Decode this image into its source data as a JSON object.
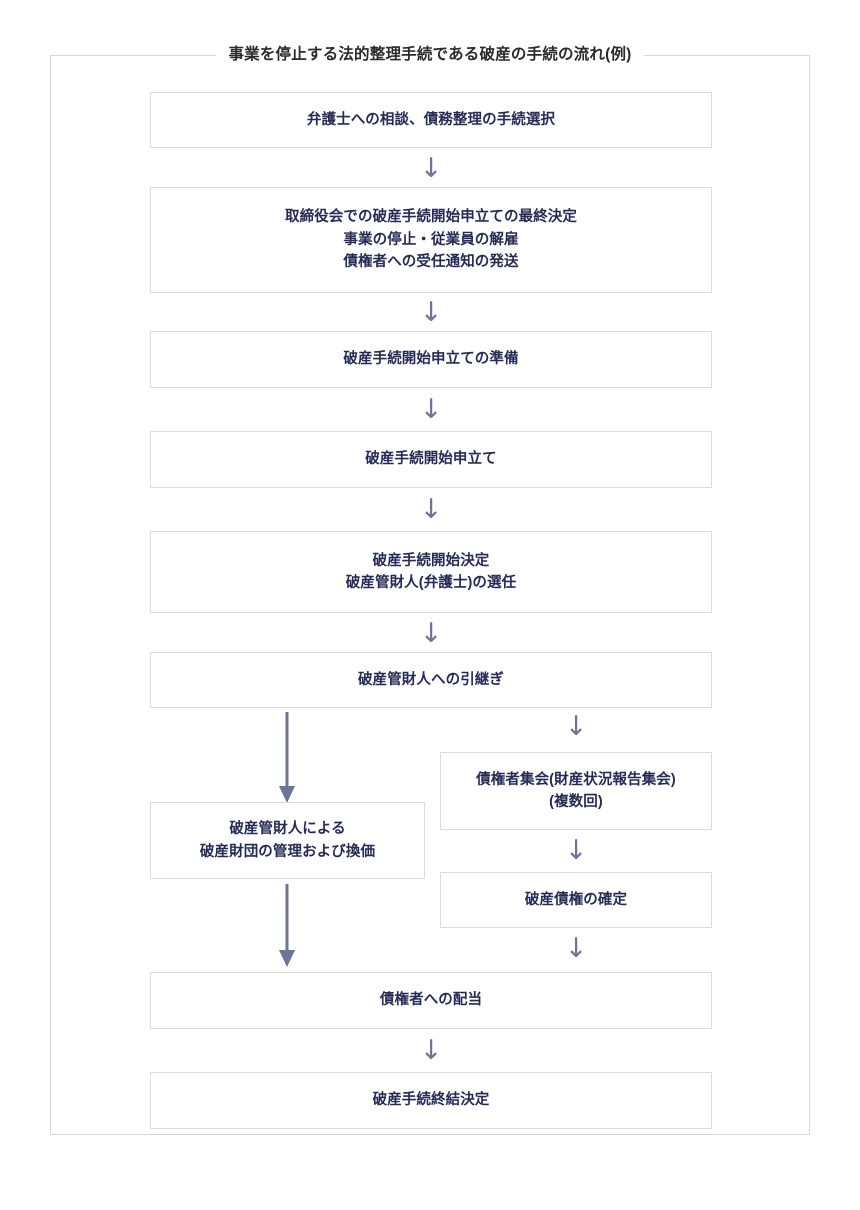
{
  "diagram": {
    "title": "事業を停止する法的整理手続である破産の手続の流れ(例)",
    "arrow_glyph": "↓",
    "colors": {
      "frame_border": "#d8d8d8",
      "box_border": "#dcdcdc",
      "box_background": "#ffffff",
      "text": "#262b56",
      "title_text": "#2b2b2b",
      "arrow": "#6e7398",
      "page_background": "#ffffff"
    },
    "nodes": [
      {
        "id": "n1",
        "lines": [
          "弁護士への相談、債務整理の手続選択"
        ]
      },
      {
        "id": "n2",
        "lines": [
          "取締役会での破産手続開始申立ての最終決定",
          "事業の停止・従業員の解雇",
          "債権者への受任通知の発送"
        ]
      },
      {
        "id": "n3",
        "lines": [
          "破産手続開始申立ての準備"
        ]
      },
      {
        "id": "n4",
        "lines": [
          "破産手続開始申立て"
        ]
      },
      {
        "id": "n5",
        "lines": [
          "破産手続開始決定",
          "破産管財人(弁護士)の選任"
        ]
      },
      {
        "id": "n6",
        "lines": [
          "破産管財人への引継ぎ"
        ]
      },
      {
        "id": "n7",
        "lines": [
          "債権者集会(財産状況報告集会)",
          "(複数回)"
        ]
      },
      {
        "id": "n8",
        "lines": [
          "破産管財人による",
          "破産財団の管理および換価"
        ]
      },
      {
        "id": "n9",
        "lines": [
          "破産債権の確定"
        ]
      },
      {
        "id": "n10",
        "lines": [
          "債権者への配当"
        ]
      },
      {
        "id": "n11",
        "lines": [
          "破産手続終結決定"
        ]
      }
    ],
    "edges": [
      {
        "from": "n1",
        "to": "n2",
        "style": "short"
      },
      {
        "from": "n2",
        "to": "n3",
        "style": "short"
      },
      {
        "from": "n3",
        "to": "n4",
        "style": "short"
      },
      {
        "from": "n4",
        "to": "n5",
        "style": "short"
      },
      {
        "from": "n5",
        "to": "n6",
        "style": "short"
      },
      {
        "from": "n6",
        "to": "n8",
        "style": "long-left"
      },
      {
        "from": "n6",
        "to": "n7",
        "style": "short-right"
      },
      {
        "from": "n7",
        "to": "n9",
        "style": "short-right"
      },
      {
        "from": "n8",
        "to": "n10",
        "style": "long-left"
      },
      {
        "from": "n9",
        "to": "n10",
        "style": "short-right"
      },
      {
        "from": "n10",
        "to": "n11",
        "style": "short"
      }
    ]
  }
}
